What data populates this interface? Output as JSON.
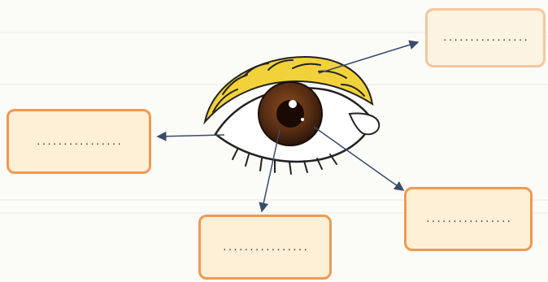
{
  "diagram": {
    "subject": "eye",
    "colors": {
      "box_border": "#ee9a52",
      "box_fill": "#fdf0d6",
      "eyelid": "#f2d23a",
      "iris": "#5a2f14",
      "arrow": "#3a4a6a"
    },
    "blanks": [
      {
        "id": "top-right",
        "text": "................"
      },
      {
        "id": "left",
        "text": "................"
      },
      {
        "id": "bottom",
        "text": "................"
      },
      {
        "id": "bottom-right",
        "text": "................"
      }
    ]
  }
}
